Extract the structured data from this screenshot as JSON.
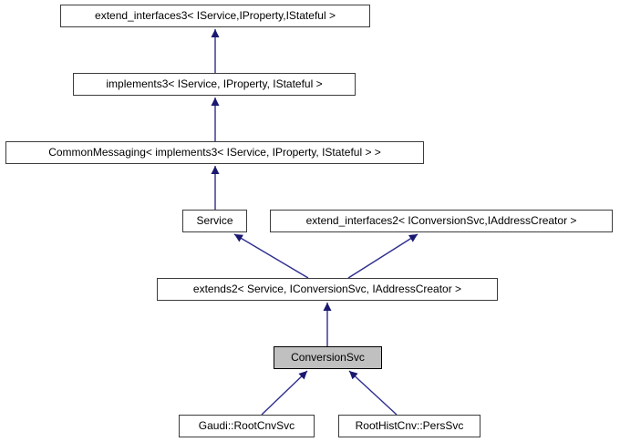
{
  "diagram": {
    "type": "class-inheritance-graph",
    "highlighted_node": "ConversionSvc",
    "nodes": [
      {
        "id": "extend_interfaces3",
        "label": "extend_interfaces3< IService,IProperty,IStateful >"
      },
      {
        "id": "implements3",
        "label": "implements3< IService, IProperty, IStateful >"
      },
      {
        "id": "CommonMessaging",
        "label": "CommonMessaging< implements3< IService, IProperty, IStateful > >"
      },
      {
        "id": "Service",
        "label": "Service"
      },
      {
        "id": "extend_interfaces2",
        "label": "extend_interfaces2< IConversionSvc,IAddressCreator >"
      },
      {
        "id": "extends2",
        "label": "extends2< Service, IConversionSvc, IAddressCreator >"
      },
      {
        "id": "ConversionSvc",
        "label": "ConversionSvc"
      },
      {
        "id": "RootCnvSvc",
        "label": "Gaudi::RootCnvSvc"
      },
      {
        "id": "PersSvc",
        "label": "RootHistCnv::PersSvc"
      }
    ],
    "edges": [
      {
        "child": "implements3",
        "parent": "extend_interfaces3"
      },
      {
        "child": "CommonMessaging",
        "parent": "implements3"
      },
      {
        "child": "Service",
        "parent": "CommonMessaging"
      },
      {
        "child": "extends2",
        "parent": "Service"
      },
      {
        "child": "extends2",
        "parent": "extend_interfaces2"
      },
      {
        "child": "ConversionSvc",
        "parent": "extends2"
      },
      {
        "child": "Gaudi::RootCnvSvc",
        "parent": "ConversionSvc"
      },
      {
        "child": "RootHistCnv::PersSvc",
        "parent": "ConversionSvc"
      }
    ],
    "colors": {
      "background": "#ffffff",
      "node_fill": "#ffffff",
      "node_border": "#3c3c3c",
      "highlight_fill": "#c0c0c0",
      "edge": "#191970"
    }
  }
}
